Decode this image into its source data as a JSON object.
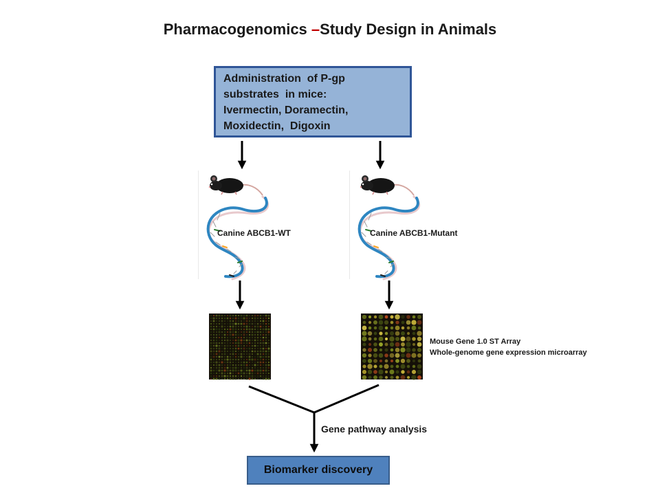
{
  "title": {
    "prefix": "Pharmacogenomics ",
    "dash": "–",
    "suffix": "Study Design in Animals"
  },
  "admin_box": {
    "lines": [
      "Administration  of P-gp",
      "substrates  in mice:",
      "Ivermectin, Doramectin,",
      "Moxidectin,  Digoxin"
    ]
  },
  "mouse_wt": {
    "label": "Canine ABCB1-WT"
  },
  "mouse_mutant": {
    "label": "Canine ABCB1-Mutant"
  },
  "array_caption": {
    "line1": "Mouse Gene 1.0 ST Array",
    "line2": "Whole-genome gene expression microarray"
  },
  "pathway": {
    "label": "Gene pathway analysis"
  },
  "biomarker": {
    "label": "Biomarker discovery"
  },
  "colors": {
    "box_fill": "#95b3d7",
    "box_border": "#2f5597",
    "biomarker_fill": "#4f81bd",
    "title_dash": "#c00000"
  },
  "icons": [
    "mouse-icon",
    "dna-helix-icon",
    "microarray-icon",
    "arrow-down-icon"
  ]
}
